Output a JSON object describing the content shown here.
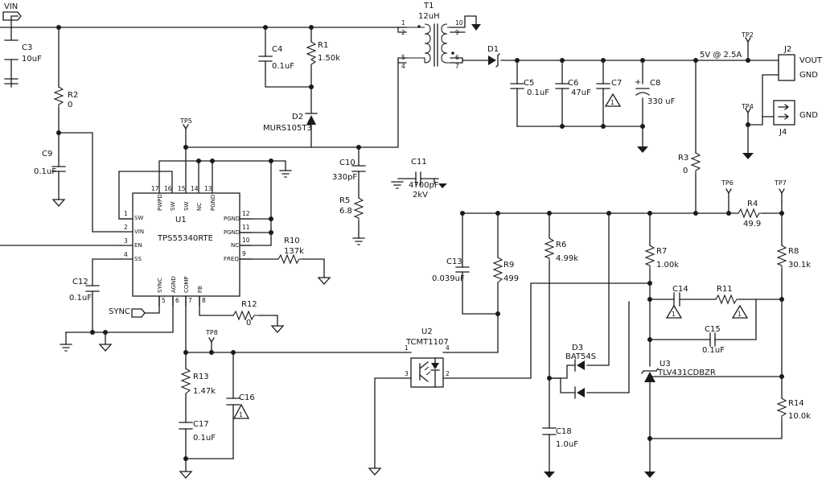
{
  "nets": {
    "vin": "VIN",
    "vout": "VOUT",
    "gnd": "GND",
    "sync": "SYNC",
    "output_spec": "5V @ 2.5A"
  },
  "refdes": {
    "T1": "T1",
    "D1": "D1",
    "D2": "D2",
    "D3": "D3",
    "U1": "U1",
    "U2": "U2",
    "U3": "U3",
    "J2": "J2",
    "J4": "J4",
    "TP2": "TP2",
    "TP4": "TP4",
    "TP5": "TP5",
    "TP6": "TP6",
    "TP7": "TP7",
    "TP8": "TP8",
    "R1": "R1",
    "R2": "R2",
    "R3": "R3",
    "R4": "R4",
    "R5": "R5",
    "R6": "R6",
    "R7": "R7",
    "R8": "R8",
    "R9": "R9",
    "R10": "R10",
    "R11": "R11",
    "R12": "R12",
    "R13": "R13",
    "R14": "R14",
    "C3": "C3",
    "C4": "C4",
    "C5": "C5",
    "C6": "C6",
    "C7": "C7",
    "C8": "C8",
    "C9": "C9",
    "C10": "C10",
    "C11": "C11",
    "C12": "C12",
    "C13": "C13",
    "C14": "C14",
    "C15": "C15",
    "C16": "C16",
    "C17": "C17",
    "C18": "C18"
  },
  "values": {
    "T1": "12uH",
    "R1": "1.50k",
    "R2": "0",
    "R3": "0",
    "R4": "49.9",
    "R5": "6.8",
    "R6": "4.99k",
    "R7": "1.00k",
    "R8": "30.1k",
    "R9": "499",
    "R10": "137k",
    "R12": "0",
    "R13": "1.47k",
    "R14": "10.0k",
    "C3": "10uF",
    "C4": "0.1uF",
    "C5": "0.1uF",
    "C6": "47uF",
    "C8": "330 uF",
    "C9": "0.1uF",
    "C10": "330pF",
    "C11": "4700pF",
    "C11_rating": "2kV",
    "C12": "0.1uF",
    "C13": "0.039uF",
    "C15": "0.1uF",
    "C17": "0.1uF",
    "C18": "1.0uF",
    "D2": "MURS105T3",
    "D3": "BAT54S",
    "U1": "TPS55340RTE",
    "U2": "TCMT1107",
    "U3": "TLV431CDBZR"
  },
  "markers": {
    "c7": "1",
    "c14": "1",
    "c16": "1",
    "r11": "1"
  },
  "u1_pins": {
    "left": [
      {
        "num": "1",
        "name": "SW"
      },
      {
        "num": "2",
        "name": "VIN"
      },
      {
        "num": "3",
        "name": "EN"
      },
      {
        "num": "4",
        "name": "SS"
      }
    ],
    "top": [
      {
        "num": "17",
        "name": "PWPD"
      },
      {
        "num": "16",
        "name": "SW"
      },
      {
        "num": "15",
        "name": "SW"
      },
      {
        "num": "14",
        "name": "NC"
      },
      {
        "num": "13",
        "name": "PGND"
      }
    ],
    "right": [
      {
        "num": "12",
        "name": "PGND"
      },
      {
        "num": "11",
        "name": "PGND"
      },
      {
        "num": "10",
        "name": "NC"
      },
      {
        "num": "9",
        "name": "FREQ"
      }
    ],
    "bottom": [
      {
        "num": "5",
        "name": "SYNC"
      },
      {
        "num": "6",
        "name": "AGND"
      },
      {
        "num": "7",
        "name": "COMP"
      },
      {
        "num": "8",
        "name": "FB"
      }
    ]
  },
  "t1_pins": [
    "1",
    "2",
    "5",
    "4",
    "10",
    "9",
    "6",
    "7"
  ],
  "u2_pins": [
    "1",
    "3",
    "4",
    "2"
  ]
}
